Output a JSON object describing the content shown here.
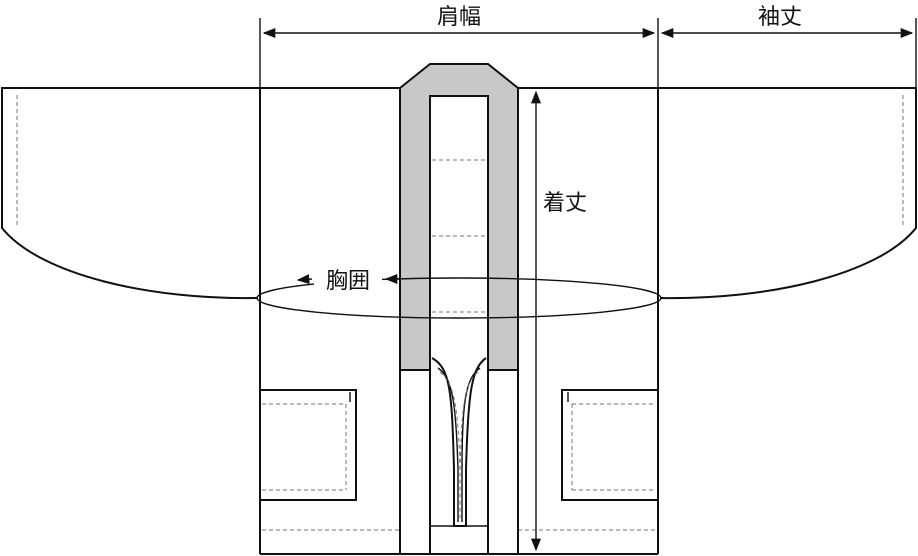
{
  "labels": {
    "shoulder_width": "肩幅",
    "sleeve_length": "袖丈",
    "body_length": "着丈",
    "chest": "胸囲"
  },
  "colors": {
    "line": "#111111",
    "collar": "#c8c8c8",
    "fabric": "#ffffff",
    "stitch": "#777777"
  }
}
